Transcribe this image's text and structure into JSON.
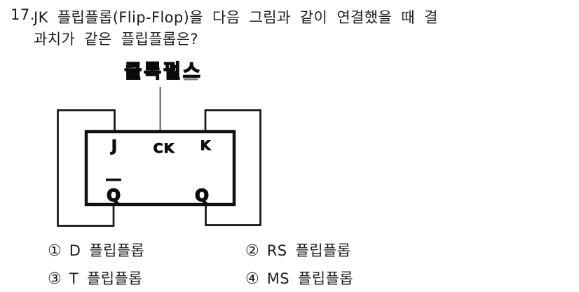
{
  "question": {
    "number": "17.",
    "line1": "JK 플립플롭(Flip-Flop)을 다음 그림과 같이 연결했을 때 결",
    "line2": "과치가 같은 플립플롭은?"
  },
  "diagram": {
    "clock_label": "클록펄스",
    "pins": {
      "j": "J",
      "ck": "CK",
      "k": "K",
      "q_bar": "Q",
      "q": "Q"
    },
    "q_bar_overline": true
  },
  "options": [
    {
      "num": "①",
      "label": "D 플립플롭"
    },
    {
      "num": "②",
      "label": "RS 플립플롭"
    },
    {
      "num": "③",
      "label": "T 플립플롭"
    },
    {
      "num": "④",
      "label": "MS 플립플롭"
    }
  ],
  "colors": {
    "background": "#ffffff",
    "text": "#1d1d1d",
    "diagram_stroke": "#141414"
  }
}
